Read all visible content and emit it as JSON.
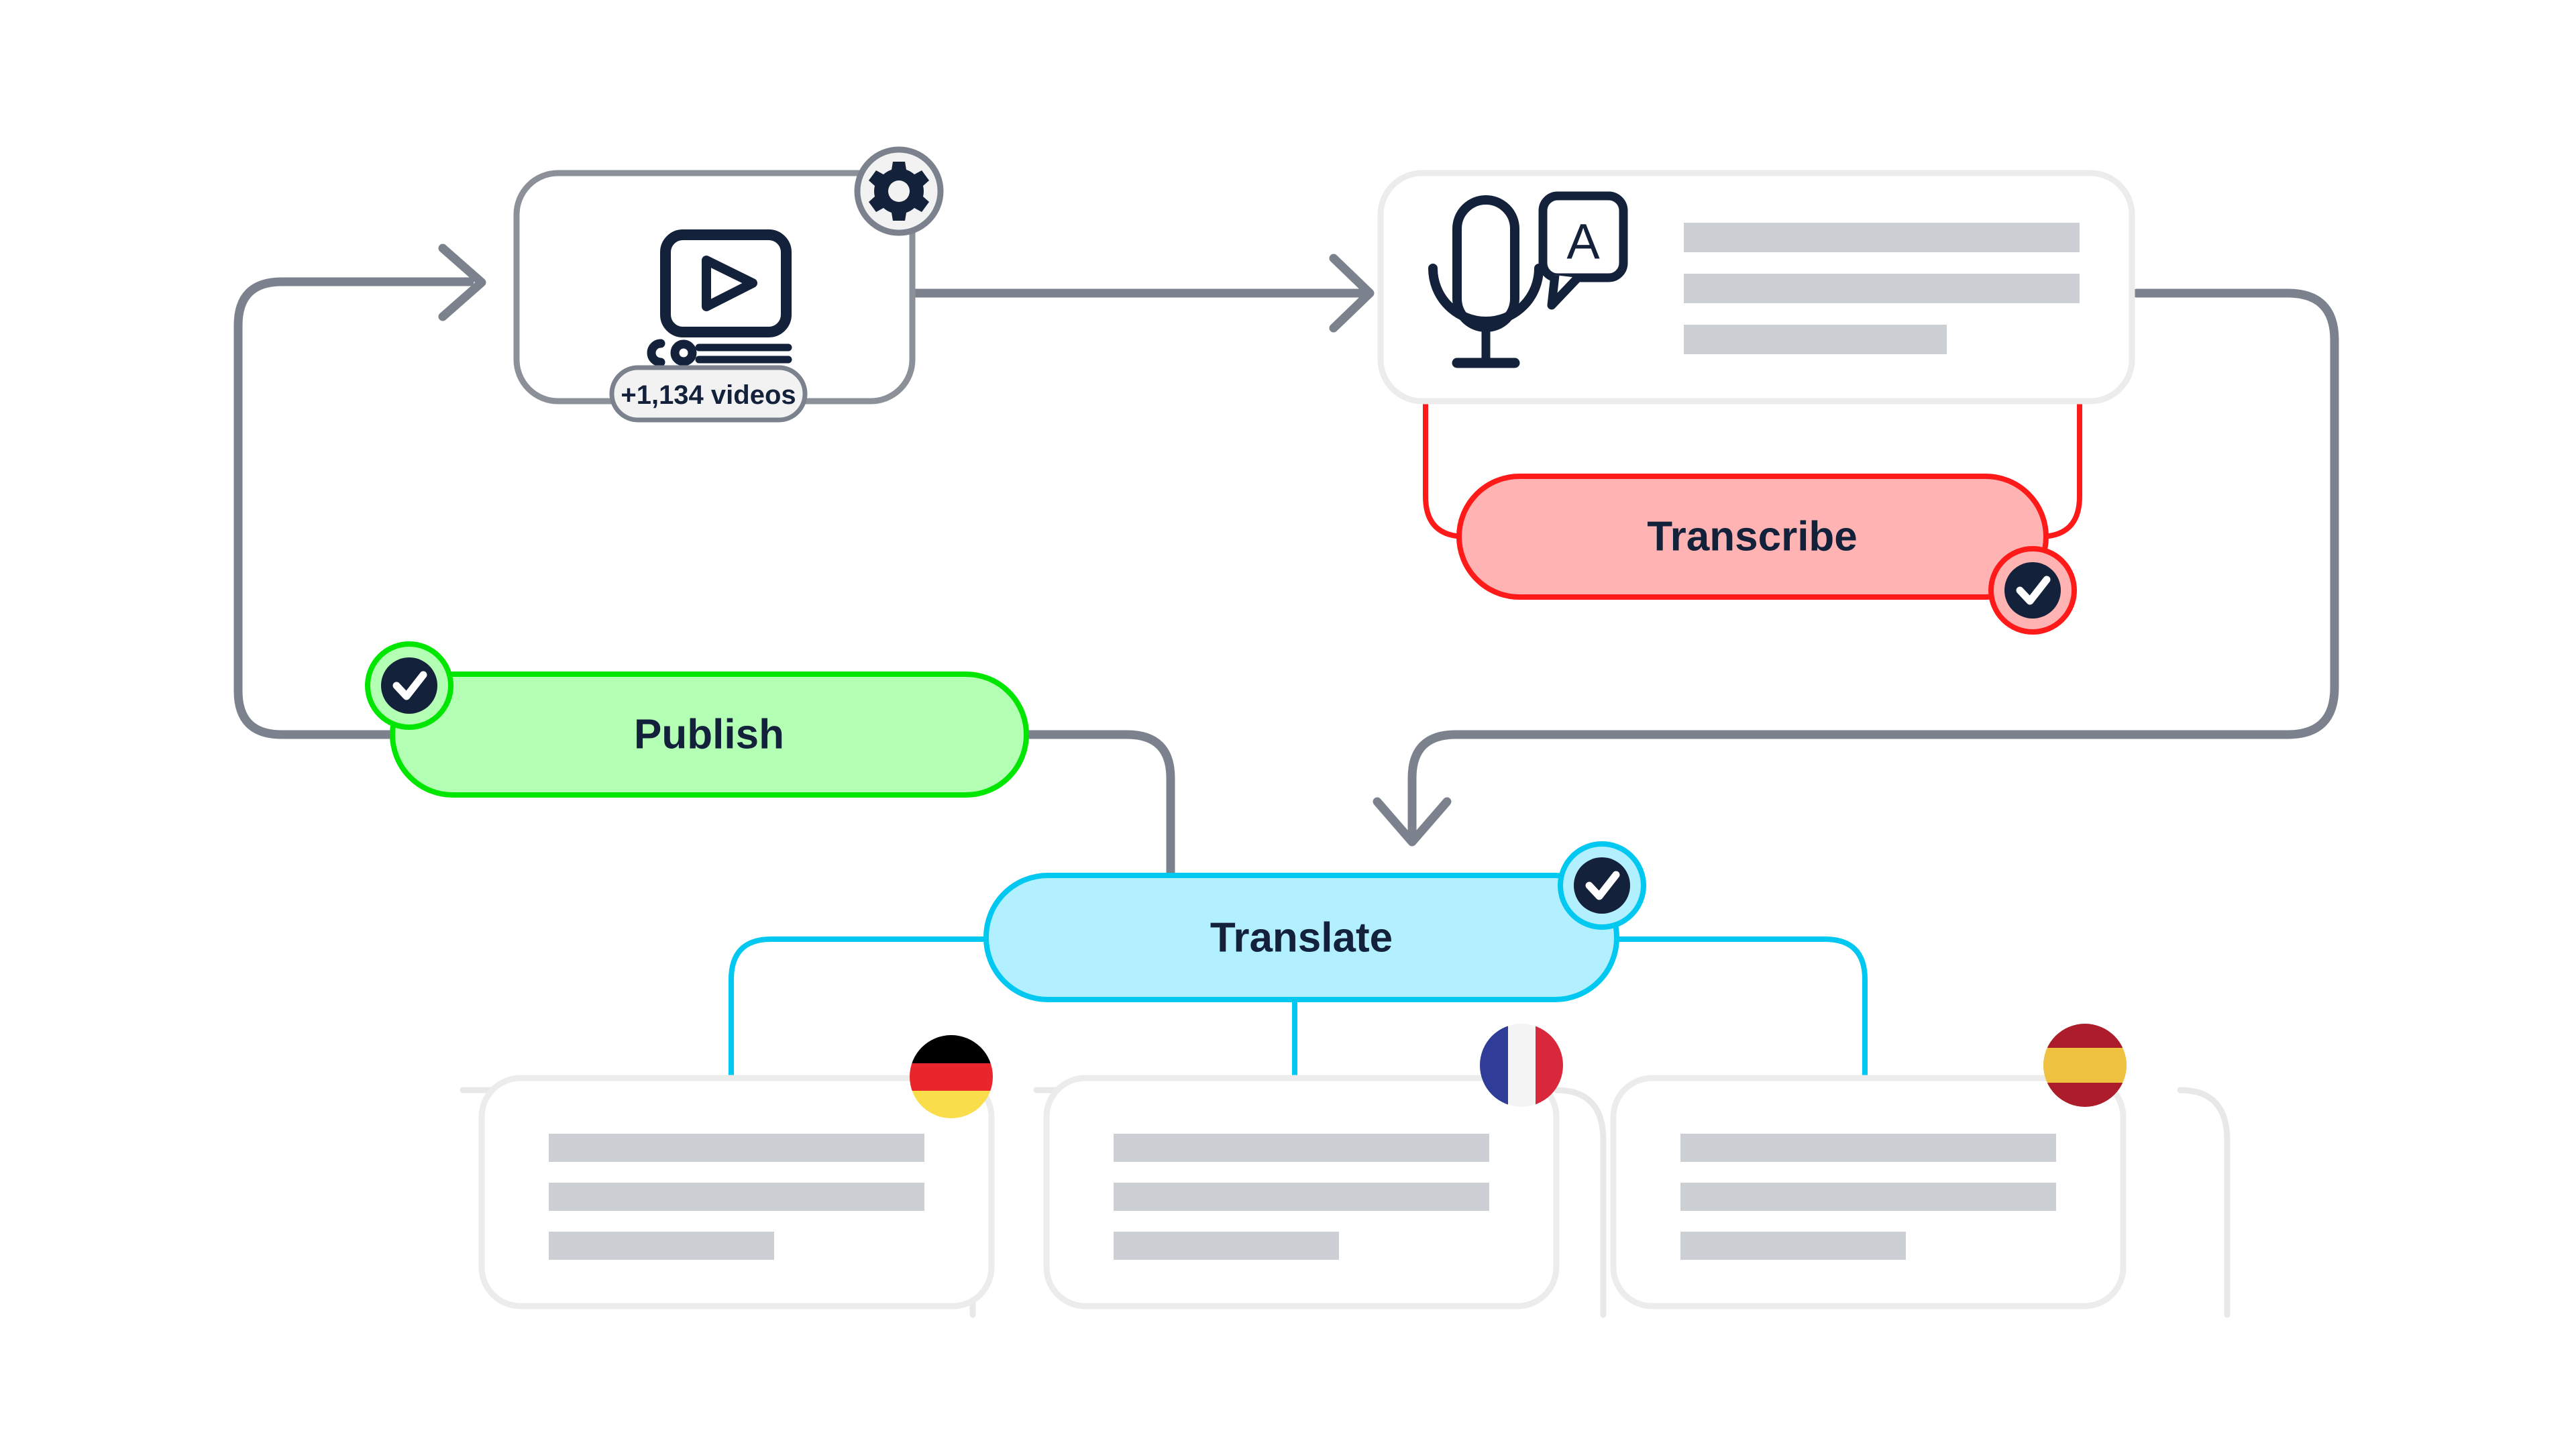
{
  "diagram": {
    "title": "Video localization automation workflow",
    "background_color": "#ffffff",
    "nodes": {
      "source_video": {
        "name": "Video source card",
        "icon": "video-play-icon",
        "badge_icon": "gear-icon",
        "badge_fill": "#f2f2f2",
        "badge_stroke": "#7c828d",
        "chip_label": "+1,134 videos",
        "chip_fill": "#f2f2f2",
        "chip_stroke": "#7c828d",
        "card_stroke": "#8b9099",
        "card_fill": "#ffffff"
      },
      "transcript_card": {
        "name": "Transcript preview card",
        "icon": "microphone-caption-icon",
        "card_stroke": "#ececec",
        "card_fill": "#ffffff",
        "bar_color": "#ccd0d4",
        "bar_widths": [
          100,
          100,
          66
        ]
      },
      "transcribe_step": {
        "name": "Transcribe step",
        "label": "Transcribe",
        "fill": "#ffb3b3",
        "stroke": "#ff1a1a",
        "badge_icon": "check-circle-icon",
        "badge_side": "right",
        "badge_ring_fill": "#ffb3b3",
        "badge_ring_stroke": "#ff1a1a",
        "badge_core_fill": "#13213a",
        "text_color": "#13213a"
      },
      "publish_step": {
        "name": "Publish step",
        "label": "Publish",
        "fill": "#b3ffb3",
        "stroke": "#00e600",
        "badge_icon": "check-circle-icon",
        "badge_side": "left",
        "badge_ring_fill": "#b3ffb3",
        "badge_ring_stroke": "#00e600",
        "badge_core_fill": "#13213a",
        "text_color": "#13213a"
      },
      "translate_step": {
        "name": "Translate step",
        "label": "Translate",
        "fill": "#b3f0ff",
        "stroke": "#00c8f0",
        "badge_icon": "check-circle-icon",
        "badge_side": "right",
        "badge_ring_fill": "#b3f0ff",
        "badge_ring_stroke": "#00c8f0",
        "badge_core_fill": "#13213a",
        "text_color": "#13213a"
      }
    },
    "outputs": [
      {
        "name": "German translation output",
        "flag_icon": "flag-de-icon",
        "flag_name": "Germany",
        "flag_colors": [
          "#000000",
          "#e8262b",
          "#f9dd4b"
        ],
        "flag_orientation": "horizontal",
        "bar_widths": [
          100,
          100,
          60
        ],
        "bar_color": "#ccd0d4",
        "card_stroke": "#ececec"
      },
      {
        "name": "French translation output",
        "flag_icon": "flag-fr-icon",
        "flag_name": "France",
        "flag_colors": [
          "#2f3d98",
          "#f4f4f4",
          "#d9283c"
        ],
        "flag_orientation": "vertical",
        "bar_widths": [
          100,
          100,
          60
        ],
        "bar_color": "#ccd0d4",
        "card_stroke": "#ececec"
      },
      {
        "name": "Spanish translation output",
        "flag_icon": "flag-es-icon",
        "flag_name": "Spain",
        "flag_colors": [
          "#ad1c2b",
          "#eec141",
          "#ad1c2b"
        ],
        "flag_orientation": "horizontal",
        "bar_widths": [
          100,
          100,
          60
        ],
        "bar_color": "#ccd0d4",
        "card_stroke": "#ececec"
      }
    ],
    "connectors": {
      "gray": "#7c828d",
      "red": "#ff1a1a",
      "green": "#00e600",
      "cyan": "#00c8f0",
      "light": "#e4e4e4"
    },
    "font_sizes": {
      "pill": 62,
      "chip": 40
    }
  }
}
